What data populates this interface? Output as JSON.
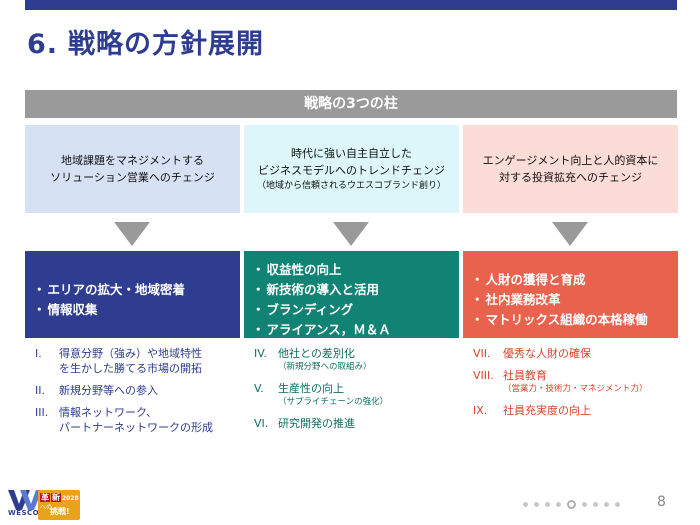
{
  "title": {
    "number": "6.",
    "text": "戦略の方針展開"
  },
  "section_header": "戦略の3つの柱",
  "pillars": [
    {
      "top": [
        "地域課題をマネジメントする",
        "ソリューション営業へのチェンジ"
      ],
      "top_small": "",
      "items": [
        "エリアの拡大・地域密着",
        "情報収集"
      ],
      "list": [
        {
          "roman": "I.",
          "lines": [
            "得意分野（強み）や地域特性",
            "を生かした勝てる市場の開拓"
          ],
          "sub": ""
        },
        {
          "roman": "II.",
          "lines": [
            "新規分野等への参入"
          ],
          "sub": ""
        },
        {
          "roman": "III.",
          "lines": [
            "情報ネットワーク、",
            "パートナーネットワークの形成"
          ],
          "sub": ""
        }
      ]
    },
    {
      "top": [
        "時代に強い自主自立した",
        "ビジネスモデルへのトレンドチェンジ"
      ],
      "top_small": "（地域から信頼されるウエスコブランド創り）",
      "items": [
        "収益性の向上",
        "新技術の導入と活用",
        "ブランディング",
        "アライアンス，Ｍ＆Ａ"
      ],
      "list": [
        {
          "roman": "IV.",
          "lines": [
            "他社との差別化"
          ],
          "sub": "（新規分野への取組み）"
        },
        {
          "roman": "V.",
          "lines": [
            "生産性の向上"
          ],
          "sub": "（サプライチェーンの強化）"
        },
        {
          "roman": "VI.",
          "lines": [
            "研究開発の推進"
          ],
          "sub": ""
        }
      ]
    },
    {
      "top": [
        "エンゲージメント向上と人的資本に",
        "対する投資拡充へのチェンジ"
      ],
      "top_small": "",
      "items": [
        "人財の獲得と育成",
        "社内業務改革",
        "マトリックス組織の本格稼働"
      ],
      "list": [
        {
          "roman": "VII.",
          "lines": [
            "優秀な人財の確保"
          ],
          "sub": ""
        },
        {
          "roman": "VIII.",
          "lines": [
            "社員教育"
          ],
          "sub": "（営業力・技術力・マネジメント力）"
        },
        {
          "roman": "IX.",
          "lines": [
            "社員充実度の向上"
          ],
          "sub": ""
        }
      ]
    }
  ],
  "logo": {
    "brand": "WESCO",
    "badge_a": "革",
    "badge_b": "新",
    "badge_year": "2028",
    "badge_left": "への",
    "badge_bottom": "挑戦!"
  },
  "pagination": {
    "dots": 9,
    "active": 5
  },
  "page_number": "8",
  "colors": {
    "navy": "#2e3d8f",
    "teal": "#118374",
    "coral": "#e8624e",
    "gray": "#9a9a9a"
  }
}
